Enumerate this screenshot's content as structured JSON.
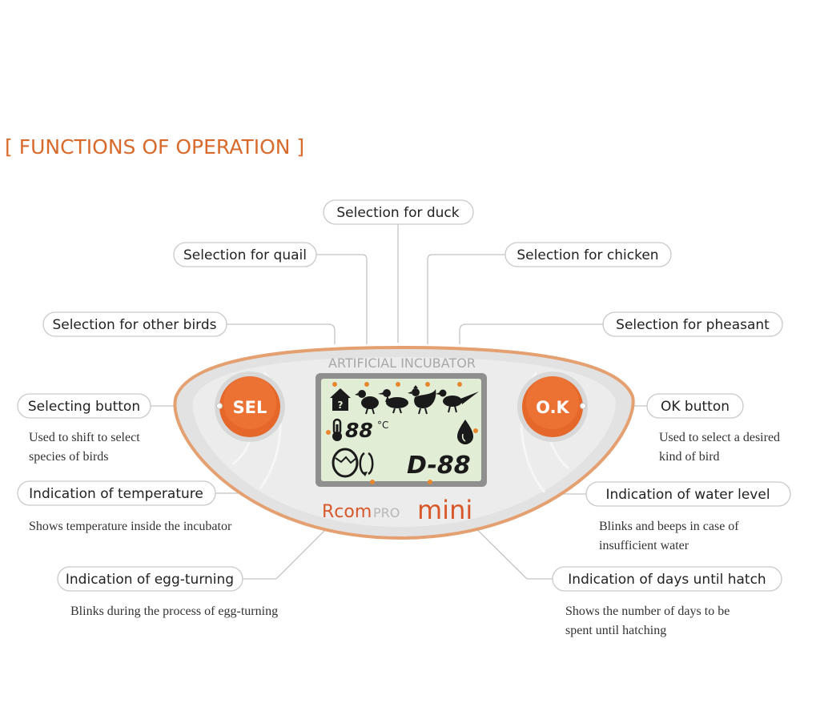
{
  "title": "[ FUNCTIONS OF OPERATION ]",
  "device": {
    "header": "ARTIFICIAL INCUBATOR",
    "sel_button": "SEL",
    "ok_button": "O.K",
    "lcd_temp": "88",
    "lcd_unit": "°C",
    "lcd_days": "D-88",
    "brand_rcom": "Rcom",
    "brand_pro": "PRO",
    "brand_mini": "mini"
  },
  "callouts": {
    "duck": "Selection for duck",
    "quail": "Selection for quail",
    "chicken": "Selection for chicken",
    "other_birds": "Selection for other birds",
    "pheasant": "Selection for pheasant",
    "selecting_button": "Selecting button",
    "selecting_desc": [
      "Used to shift to select",
      "species of birds"
    ],
    "ok_button": "OK button",
    "ok_desc": [
      "Used to select a desired",
      "kind of bird"
    ],
    "temperature": "Indication of temperature",
    "temperature_desc": [
      "Shows temperature inside the incubator"
    ],
    "water": "Indication of water level",
    "water_desc": [
      "Blinks and beeps in case of",
      "insufficient water"
    ],
    "egg_turning": "Indication of egg-turning",
    "egg_turning_desc": [
      "Blinks during the process of egg-turning"
    ],
    "days": "Indication of days until hatch",
    "days_desc": [
      "Shows the number of days to be",
      "spent until hatching"
    ]
  }
}
